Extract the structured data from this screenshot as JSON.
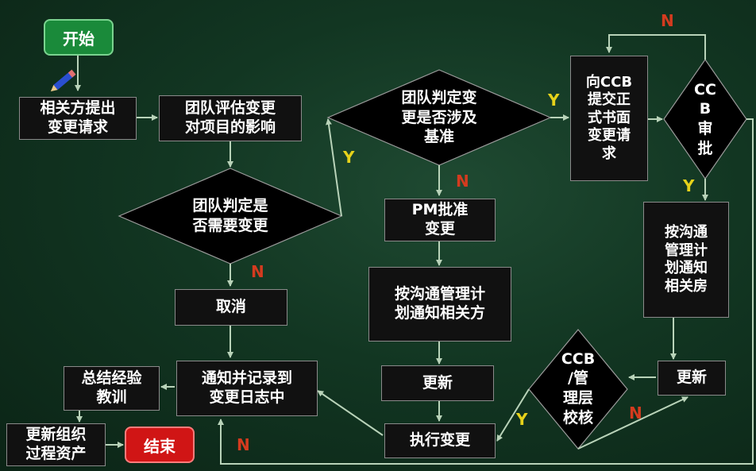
{
  "nodes": {
    "start": "开始",
    "raise": "相关方提出\n变更请求",
    "assess": "团队评估变更\n对项目的影响",
    "judge_need": "团队判定是\n否需要变更",
    "judge_base": "团队判定变\n更是否涉及\n基准",
    "submit": "向CCB\n提交正\n式书面\n变更请\n求",
    "ccb": "CC\nB\n审\n批",
    "pm": "PM批准\n变更",
    "notify1": "按沟通管理计\n划通知相关方",
    "update1": "更新",
    "execute": "执行变更",
    "cancel": "取消",
    "record": "通知并记录到\n变更日志中",
    "summary": "总结经验\n教训",
    "update_org": "更新组织\n过程资产",
    "end": "结束",
    "ccb_check": "CCB\n/管\n理层\n校核",
    "update2": "更新",
    "notify2": "按沟通\n管理计\n划通知\n相关房"
  },
  "labels": {
    "y_need": "Y",
    "n_need": "N",
    "y_base": "Y",
    "n_base": "N",
    "n_ccb": "N",
    "y_ccb": "Y",
    "n_check": "N",
    "y_check": "Y",
    "n_return": "N"
  },
  "colors": {
    "yes": "#e6d21a",
    "no": "#d43b1f",
    "start": "#1a8a3a",
    "end": "#d01515"
  },
  "icons": {
    "pencil": "pencil-icon"
  }
}
